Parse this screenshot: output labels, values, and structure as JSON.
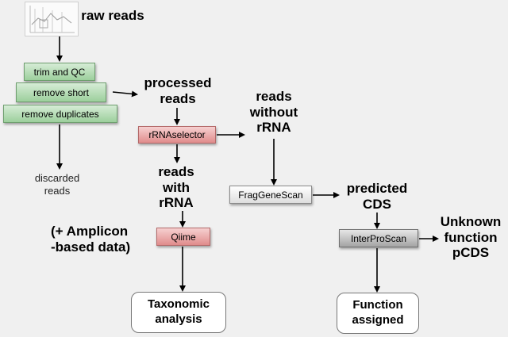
{
  "nodes": {
    "raw_reads": "raw reads",
    "trim_qc": "trim and QC",
    "remove_short": "remove short",
    "remove_duplicates": "remove duplicates",
    "discarded_line1": "discarded",
    "discarded_line2": "reads",
    "processed_line1": "processed",
    "processed_line2": "reads",
    "rrnaselector": "rRNAselector",
    "without_line1": "reads",
    "without_line2": "without",
    "without_line3": "rRNA",
    "with_line1": "reads",
    "with_line2": "with",
    "with_line3": "rRNA",
    "amplicon_line1": "(+ Amplicon",
    "amplicon_line2": "-based data)",
    "qiime": "Qiime",
    "fraggenescan": "FragGeneScan",
    "predicted_line1": "predicted",
    "predicted_line2": "CDS",
    "interproscan": "InterProScan",
    "unknown_line1": "Unknown",
    "unknown_line2": "function",
    "unknown_line3": "pCDS",
    "taxonomic_line1": "Taxonomic",
    "taxonomic_line2": "analysis",
    "function_line1": "Function",
    "function_line2": "assigned"
  },
  "colors": {
    "filter_box": "#9ccf9c",
    "rrna_box": "#e08c8c",
    "gene_box": "#dedede",
    "interpro_box": "#a4a4a4",
    "background": "#f0f0f0"
  }
}
